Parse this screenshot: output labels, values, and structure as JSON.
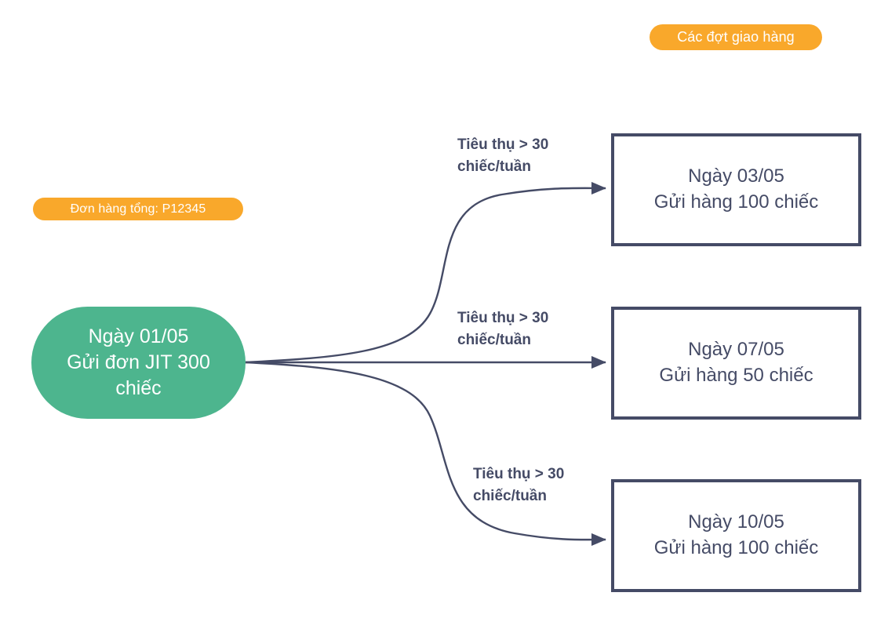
{
  "diagram": {
    "type": "flow-diagram",
    "title_badge": "Các đợt giao hàng",
    "background_color": "#ffffff"
  },
  "badges": {
    "shipments": {
      "label": "Các đợt giao hàng",
      "color": "#F9A82B",
      "text_color": "#ffffff"
    },
    "order": {
      "label": "Đơn hàng tổng: P12345",
      "color": "#F9A82B",
      "text_color": "#ffffff"
    }
  },
  "source_node": {
    "line1": "Ngày 01/05",
    "line2": "Gửi đơn JIT 300",
    "line3": "chiếc",
    "color": "#4DB58E",
    "text_color": "#ffffff"
  },
  "edges": [
    {
      "label_line1": "Tiêu thụ > 30",
      "label_line2": "chiếc/tuần",
      "color": "#454B66"
    },
    {
      "label_line1": "Tiêu thụ > 30",
      "label_line2": "chiếc/tuần",
      "color": "#454B66"
    },
    {
      "label_line1": "Tiêu thụ > 30",
      "label_line2": "chiếc/tuần",
      "color": "#454B66"
    }
  ],
  "delivery_boxes": [
    {
      "line1": "Ngày 03/05",
      "line2": "Gửi hàng 100 chiếc",
      "border_color": "#454B66",
      "text_color": "#454B66"
    },
    {
      "line1": "Ngày 07/05",
      "line2": "Gửi hàng 50 chiếc",
      "border_color": "#454B66",
      "text_color": "#454B66"
    },
    {
      "line1": "Ngày 10/05",
      "line2": "Gửi hàng 100 chiếc",
      "border_color": "#454B66",
      "text_color": "#454B66"
    }
  ]
}
